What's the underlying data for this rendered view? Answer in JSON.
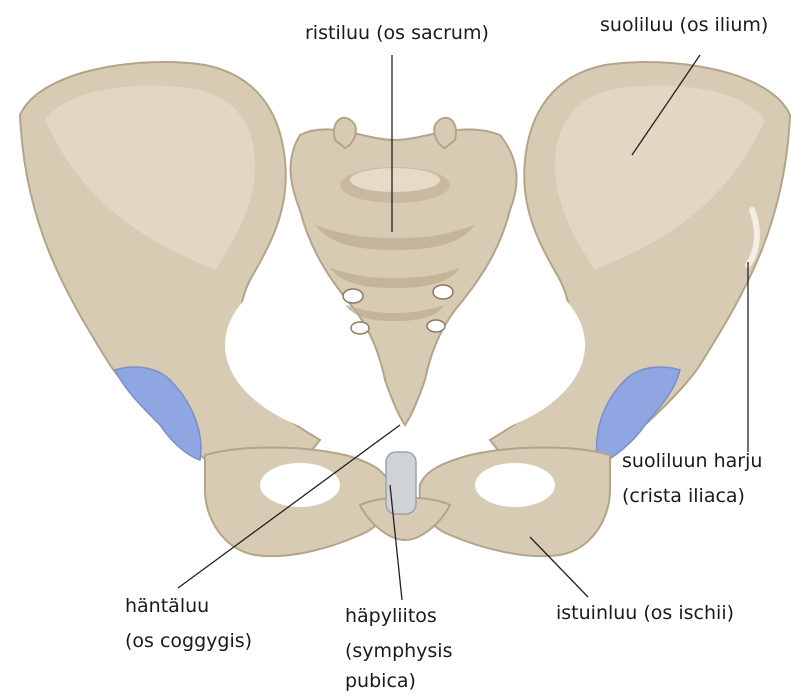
{
  "labels": {
    "sacrum": "ristiluu (os sacrum)",
    "ilium": "suoliluu (os ilium)",
    "crest_line1": "suoliluun harju",
    "crest_line2": "(crista iliaca)",
    "coccyx_line1": "häntäluu",
    "coccyx_line2": "(os coggygis)",
    "symphysis_line1": "häpyliitos",
    "symphysis_line2": "(symphysis",
    "symphysis_line3": "pubica)",
    "ischium": "istuinluu (os ischii)"
  },
  "colors": {
    "bone": "#d8cbb4",
    "bone_shadow": "#bfae92",
    "cartilage": "#8fa6e2",
    "symphysis": "#cfd3d8"
  }
}
